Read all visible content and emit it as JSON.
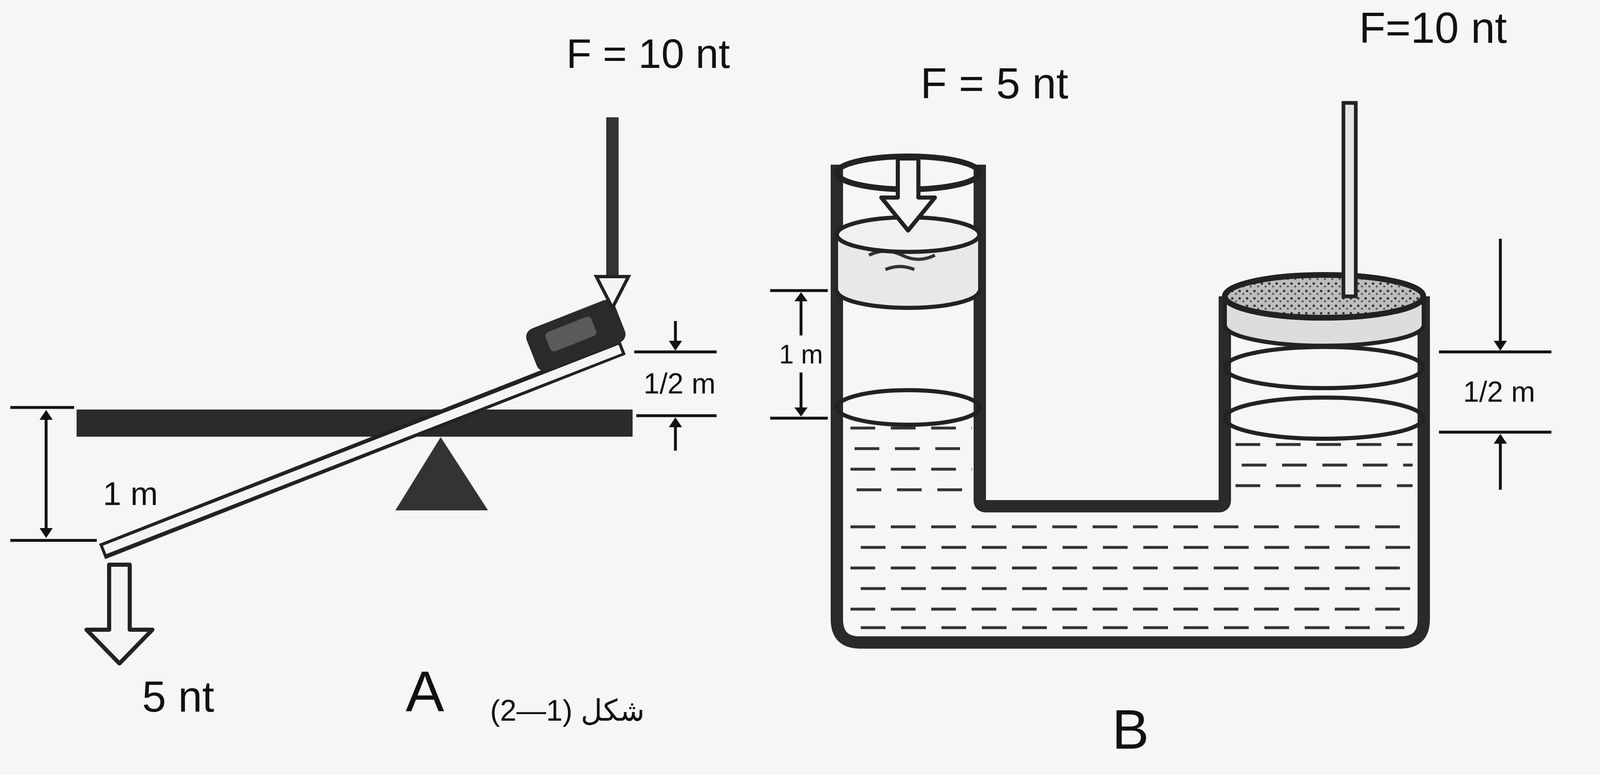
{
  "diagram": {
    "caption": "(2—1) شكل",
    "labels": [
      "F = 10 nt",
      "1/2 m",
      "1 m",
      "5 nt",
      "A",
      "F = 5 nt",
      "1 m",
      "F=10 nt",
      "1/2 m",
      "B"
    ]
  }
}
